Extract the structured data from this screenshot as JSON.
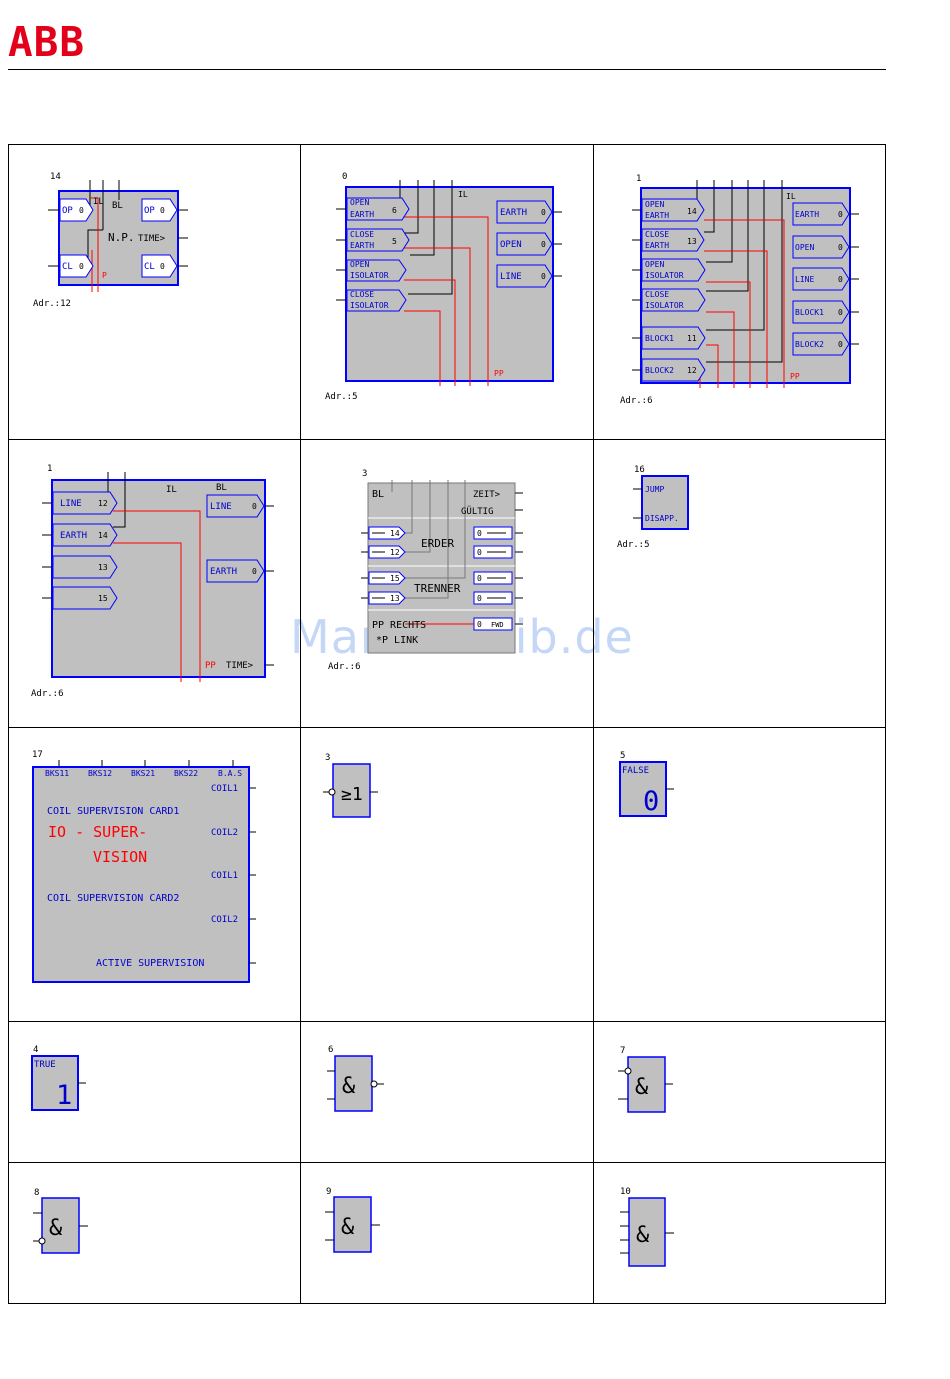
{
  "brand": {
    "logo_text": "ABB",
    "logo_color": "#e2001a"
  },
  "colors": {
    "block_fill": "#c0c0c0",
    "block_border": "#0000ff",
    "label_blue": "#0000cc",
    "signal_red": "#ff0000"
  },
  "watermark": "ManualsLib.de",
  "blocks": {
    "b14": {
      "number": "14",
      "addr": "Adr.:12",
      "in1": "OP",
      "in2": "CL",
      "il": "IL",
      "bl": "BL",
      "np": "N.P.",
      "time": "TIME>",
      "out1": "OP",
      "out2": "CL",
      "p": "P",
      "zero": "0"
    },
    "b0": {
      "number": "0",
      "addr": "Adr.:5",
      "il": "IL",
      "in1a": "OPEN",
      "in1b": "EARTH",
      "in1v": "6",
      "in2a": "CLOSE",
      "in2b": "EARTH",
      "in2v": "5",
      "in3a": "OPEN",
      "in3b": "ISOLATOR",
      "in4a": "CLOSE",
      "in4b": "ISOLATOR",
      "out1": "EARTH",
      "out2": "OPEN",
      "out3": "LINE",
      "zero": "0",
      "pp": "PP"
    },
    "b1a": {
      "number": "1",
      "addr": "Adr.:6",
      "il": "IL",
      "in1a": "OPEN",
      "in1b": "EARTH",
      "in1v": "14",
      "in2a": "CLOSE",
      "in2b": "EARTH",
      "in2v": "13",
      "in3a": "OPEN",
      "in3b": "ISOLATOR",
      "in4a": "CLOSE",
      "in4b": "ISOLATOR",
      "in5": "BLOCK1",
      "in5v": "11",
      "in6": "BLOCK2",
      "in6v": "12",
      "out1": "EARTH",
      "out2": "OPEN",
      "out3": "LINE",
      "out4": "BLOCK1",
      "out5": "BLOCK2",
      "zero": "0",
      "pp": "PP"
    },
    "b1b": {
      "number": "1",
      "addr": "Adr.:6",
      "il": "IL",
      "bl": "BL",
      "in1": "LINE",
      "in1v": "12",
      "in2": "EARTH",
      "in2v": "14",
      "in3v": "13",
      "in4v": "15",
      "out1": "LINE",
      "out2": "EARTH",
      "zero": "0",
      "pp": "PP",
      "time": "TIME>"
    },
    "b3a": {
      "number": "3",
      "addr": "Adr.:6",
      "bl": "BL",
      "zeit": "ZEIT>",
      "gultig": "GÜLTIG",
      "erder": "ERDER",
      "trenner": "TRENNER",
      "v14": "14",
      "v12": "12",
      "v15": "15",
      "v13": "13",
      "zero": "0",
      "rechts": "PP RECHTS",
      "link": "*P LINK",
      "fwd": "FWD"
    },
    "b16": {
      "number": "16",
      "addr": "Adr.:5",
      "in1": "JUMP",
      "in2": "DISAPP."
    },
    "b17": {
      "number": "17",
      "bk1": "BKS11",
      "bk2": "BKS12",
      "bk3": "BKS21",
      "bk4": "BKS22",
      "bk5": "B.A.S",
      "coil1": "COIL1",
      "coil2": "COIL2",
      "card1": "COIL SUPERVISION CARD1",
      "card2": "COIL SUPERVISION CARD2",
      "io1": "IO - SUPER-",
      "io2": "VISION",
      "active": "ACTIVE SUPERVISION"
    },
    "b3b": {
      "number": "3",
      "symbol": "≥1"
    },
    "b5": {
      "number": "5",
      "label": "FALSE",
      "value": "0"
    },
    "b4": {
      "number": "4",
      "label": "TRUE",
      "value": "1"
    },
    "b6": {
      "number": "6",
      "symbol": "&"
    },
    "b7": {
      "number": "7",
      "symbol": "&"
    },
    "b8": {
      "number": "8",
      "symbol": "&"
    },
    "b9": {
      "number": "9",
      "symbol": "&"
    },
    "b10": {
      "number": "10",
      "symbol": "&"
    }
  }
}
